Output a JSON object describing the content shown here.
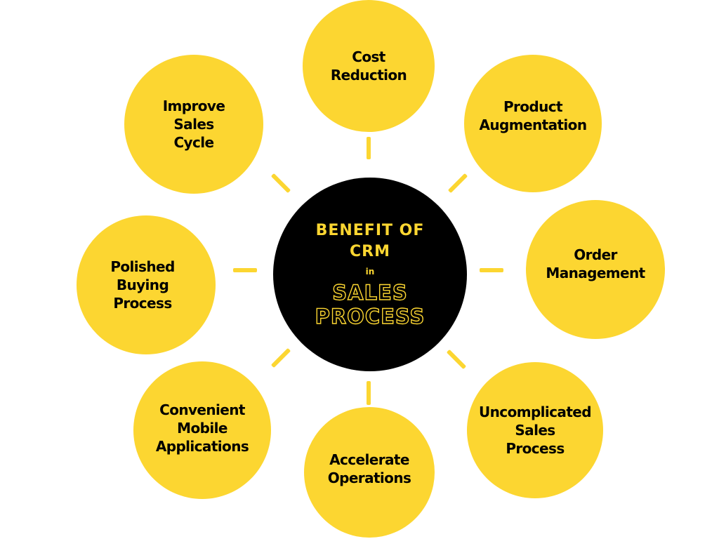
{
  "center": {
    "title_line1": "BENEFIT OF",
    "title_line2": "CRM",
    "connector": "in",
    "subtitle_line1": "SALES",
    "subtitle_line2": "PROCESS"
  },
  "benefits": [
    {
      "lines": [
        "Cost",
        "Reduction"
      ]
    },
    {
      "lines": [
        "Product",
        "Augmentation"
      ]
    },
    {
      "lines": [
        "Order",
        "Management"
      ]
    },
    {
      "lines": [
        "Uncomplicated",
        "Sales",
        "Process"
      ]
    },
    {
      "lines": [
        "Accelerate",
        "Operations"
      ]
    },
    {
      "lines": [
        "Convenient",
        "Mobile",
        "Applications"
      ]
    },
    {
      "lines": [
        "Polished",
        "Buying",
        "Process"
      ]
    },
    {
      "lines": [
        "Improve",
        "Sales",
        "Cycle"
      ]
    }
  ],
  "colors": {
    "accent": "#fcd631",
    "center": "#000000",
    "background": "#ffffff"
  }
}
